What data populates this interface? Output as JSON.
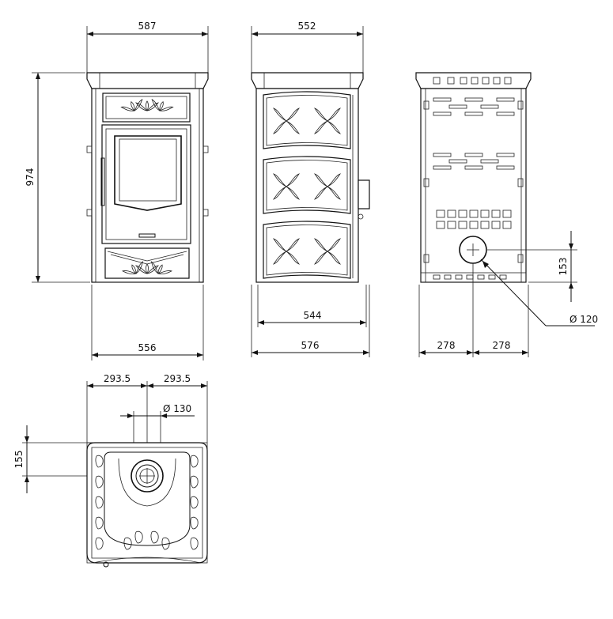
{
  "front_view": {
    "width_top": "587",
    "height": "974",
    "width_bottom": "556"
  },
  "side_view": {
    "width_top": "552",
    "depth_inner": "544",
    "depth_outer": "576"
  },
  "rear_view": {
    "flue_height": "153",
    "flue_diameter": "Ø 120",
    "half_width_left": "278",
    "half_width_right": "278"
  },
  "top_view": {
    "half_left": "293.5",
    "half_right": "293.5",
    "flue_diameter": "Ø  130",
    "flue_offset": "155"
  }
}
